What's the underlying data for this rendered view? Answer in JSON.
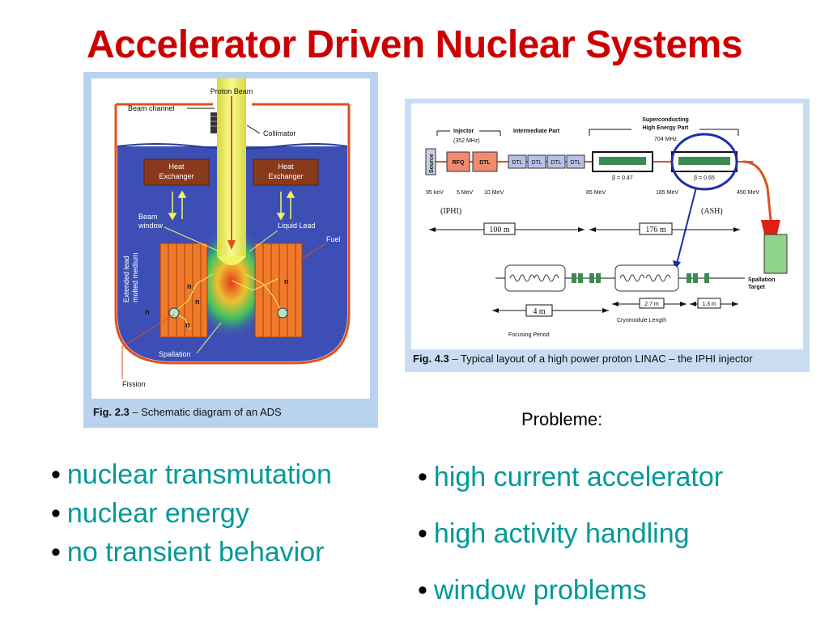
{
  "title": "Accelerator Driven Nuclear Systems",
  "fig1": {
    "caption_bold": "Fig. 2.3",
    "caption_rest": " – Schematic diagram of an ADS",
    "labels": {
      "proton_beam": "Proton Beam",
      "beam_channel": "Beam channel",
      "collimator": "Collimator",
      "heat_exchanger_l1": "Heat",
      "heat_exchanger_l2": "Exchanger",
      "beam_window_l1": "Beam",
      "beam_window_l2": "window",
      "liquid_lead": "Liquid Lead",
      "fuel": "Fuel",
      "extended_lead_l1": "Extended lead",
      "extended_lead_l2": "molted medium",
      "n": "n",
      "spallation": "Spallation",
      "fission": "Fission"
    }
  },
  "fig2": {
    "caption_bold": "Fig. 4.3",
    "caption_rest": " – Typical layout of a high power proton LINAC – the IPHI injector",
    "labels": {
      "injector": "Injector",
      "injector_freq": "(352 MHz)",
      "intermediate": "Intermediate Part",
      "sc_l1": "Superconducting",
      "sc_l2": "High Energy Part",
      "sc_freq": "704 MHz",
      "source": "Source",
      "rfq": "RFQ",
      "dtl": "DTL",
      "beta1": "β = 0.47",
      "beta2": "β = 0.65",
      "e1": "95 keV",
      "e2": "5 MeV",
      "e3": "10 MeV",
      "e4": "85 MeV",
      "e5": "185 MeV",
      "e6": "450 MeV",
      "iphi": "(IPHI)",
      "ash": "(ASH)",
      "len1": "100 m",
      "len2": "176 m",
      "len3": "4 m",
      "len4": "2.7 m",
      "len5": "1.3 m",
      "cryo": "Cryomodule Length",
      "focusing": "Focusing Period",
      "target_l1": "Spallation",
      "target_l2": "Target"
    }
  },
  "probleme": "Probleme:",
  "left_bullets": [
    "nuclear transmutation",
    "nuclear energy",
    "no transient behavior"
  ],
  "right_bullets": [
    "high current accelerator",
    "high activity handling",
    "window problems"
  ],
  "colors": {
    "title": "#cc0000",
    "bullet_text": "#009999",
    "pool": "#3d4fb5",
    "fuel": "#f07a2a",
    "beam": "#f3f36a"
  }
}
